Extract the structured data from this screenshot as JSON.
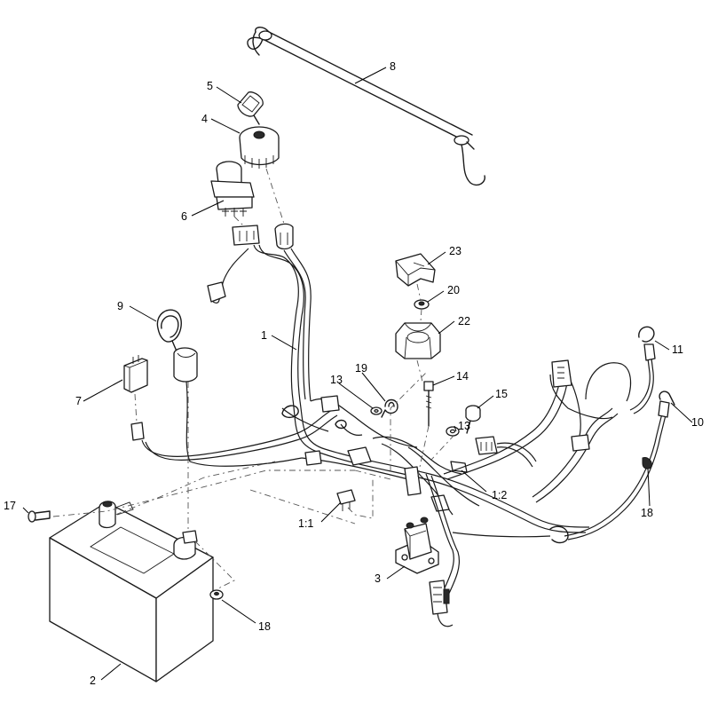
{
  "callouts": {
    "c1": "1",
    "c1_1": "1:1",
    "c1_2": "1:2",
    "c2": "2",
    "c3": "3",
    "c4": "4",
    "c5": "5",
    "c6": "6",
    "c7": "7",
    "c8": "8",
    "c9": "9",
    "c10": "10",
    "c11": "11",
    "c13a": "13",
    "c13b": "13",
    "c14": "14",
    "c15": "15",
    "c17": "17",
    "c18a": "18",
    "c18b": "18",
    "c19": "19",
    "c20": "20",
    "c22": "22",
    "c23": "23"
  }
}
